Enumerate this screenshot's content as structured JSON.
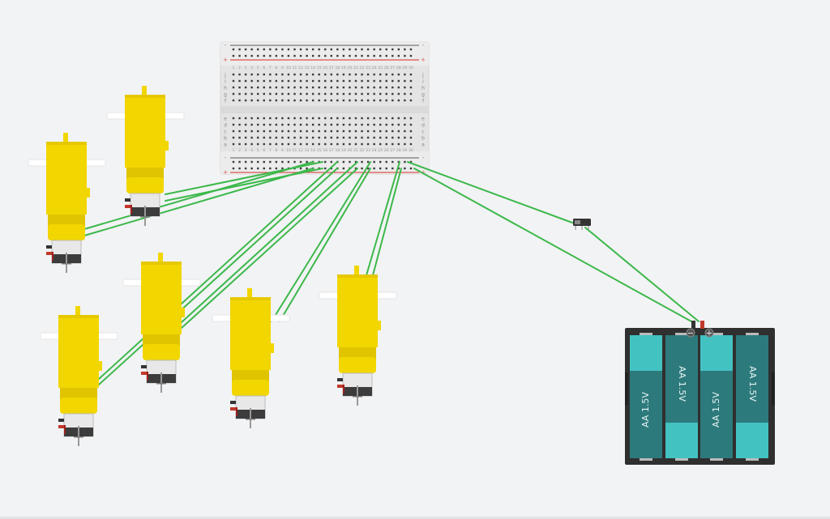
{
  "canvas": {
    "background": "#f2f3f5"
  },
  "breadboard": {
    "name": "Breadboard Small",
    "columns": 30,
    "rows_top": [
      "j",
      "i",
      "h",
      "g",
      "f"
    ],
    "rows_bottom": [
      "e",
      "d",
      "c",
      "b",
      "a"
    ],
    "rail_labels": {
      "minus": "-",
      "plus": "+"
    },
    "column_numbers": [
      "1",
      "2",
      "3",
      "4",
      "5",
      "6",
      "7",
      "8",
      "9",
      "10",
      "11",
      "12",
      "13",
      "14",
      "15",
      "16",
      "17",
      "18",
      "19",
      "20",
      "21",
      "22",
      "23",
      "24",
      "25",
      "26",
      "27",
      "28",
      "29",
      "30"
    ]
  },
  "motors": [
    {
      "id": "motor-1",
      "type": "DC Hobby Gearmotor"
    },
    {
      "id": "motor-2",
      "type": "DC Hobby Gearmotor"
    },
    {
      "id": "motor-3",
      "type": "DC Hobby Gearmotor"
    },
    {
      "id": "motor-4",
      "type": "DC Hobby Gearmotor"
    },
    {
      "id": "motor-5",
      "type": "DC Hobby Gearmotor"
    },
    {
      "id": "motor-6",
      "type": "DC Hobby Gearmotor"
    }
  ],
  "switch": {
    "type": "Slideswitch"
  },
  "battery_pack": {
    "type": "4 x AA Battery",
    "terminals": {
      "negative": "−",
      "positive": "+"
    },
    "cells": [
      {
        "label": "AA 1.5V"
      },
      {
        "label": "AA 1.5V"
      },
      {
        "label": "AA 1.5V"
      },
      {
        "label": "AA 1.5V"
      }
    ]
  },
  "colors": {
    "wire": "#3cb84a",
    "motor_yellow": "#f2d600",
    "battery_teal_dark": "#2d7a7c",
    "battery_teal_light": "#43c2c2",
    "rail_red": "#d9534f"
  }
}
